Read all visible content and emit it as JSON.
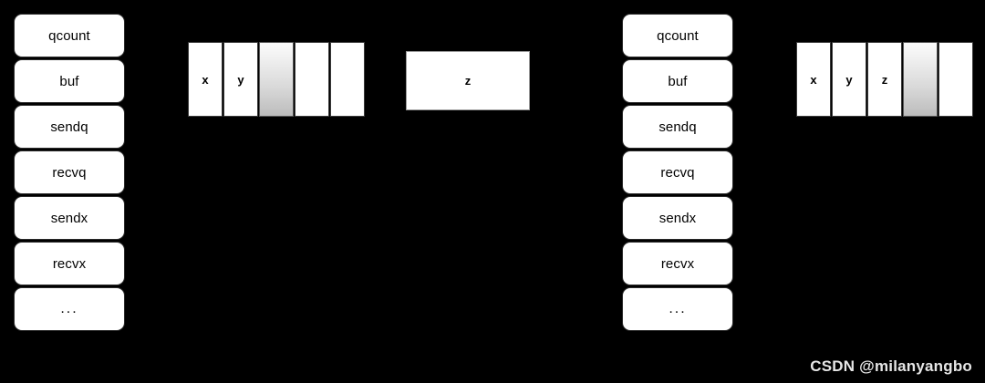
{
  "background_color": "#000000",
  "diagram": {
    "structs": [
      {
        "id": "hchan-left",
        "fields": [
          {
            "label": "qcount"
          },
          {
            "label": "buf"
          },
          {
            "label": "sendq"
          },
          {
            "label": "recvq"
          },
          {
            "label": "sendx"
          },
          {
            "label": "recvx"
          },
          {
            "label": "..."
          }
        ]
      },
      {
        "id": "hchan-right",
        "fields": [
          {
            "label": "qcount"
          },
          {
            "label": "buf"
          },
          {
            "label": "sendq"
          },
          {
            "label": "recvq"
          },
          {
            "label": "sendx"
          },
          {
            "label": "recvx"
          },
          {
            "label": "..."
          }
        ]
      }
    ],
    "ring_buffers": [
      {
        "id": "ring-left",
        "cell_count": 5,
        "cells": [
          {
            "label": "x",
            "state": "occupied"
          },
          {
            "label": "y",
            "state": "occupied"
          },
          {
            "label": "",
            "state": "highlighted"
          },
          {
            "label": "",
            "state": "empty"
          },
          {
            "label": "",
            "state": "empty"
          }
        ]
      },
      {
        "id": "ring-right",
        "cell_count": 5,
        "cells": [
          {
            "label": "x",
            "state": "occupied"
          },
          {
            "label": "y",
            "state": "occupied"
          },
          {
            "label": "z",
            "state": "occupied"
          },
          {
            "label": "",
            "state": "highlighted"
          },
          {
            "label": "",
            "state": "empty"
          }
        ]
      }
    ],
    "value_boxes": [
      {
        "id": "value-z",
        "label": "z"
      }
    ]
  },
  "watermark": {
    "text": "CSDN @milanyangbo",
    "color": "#e6e6e6"
  }
}
